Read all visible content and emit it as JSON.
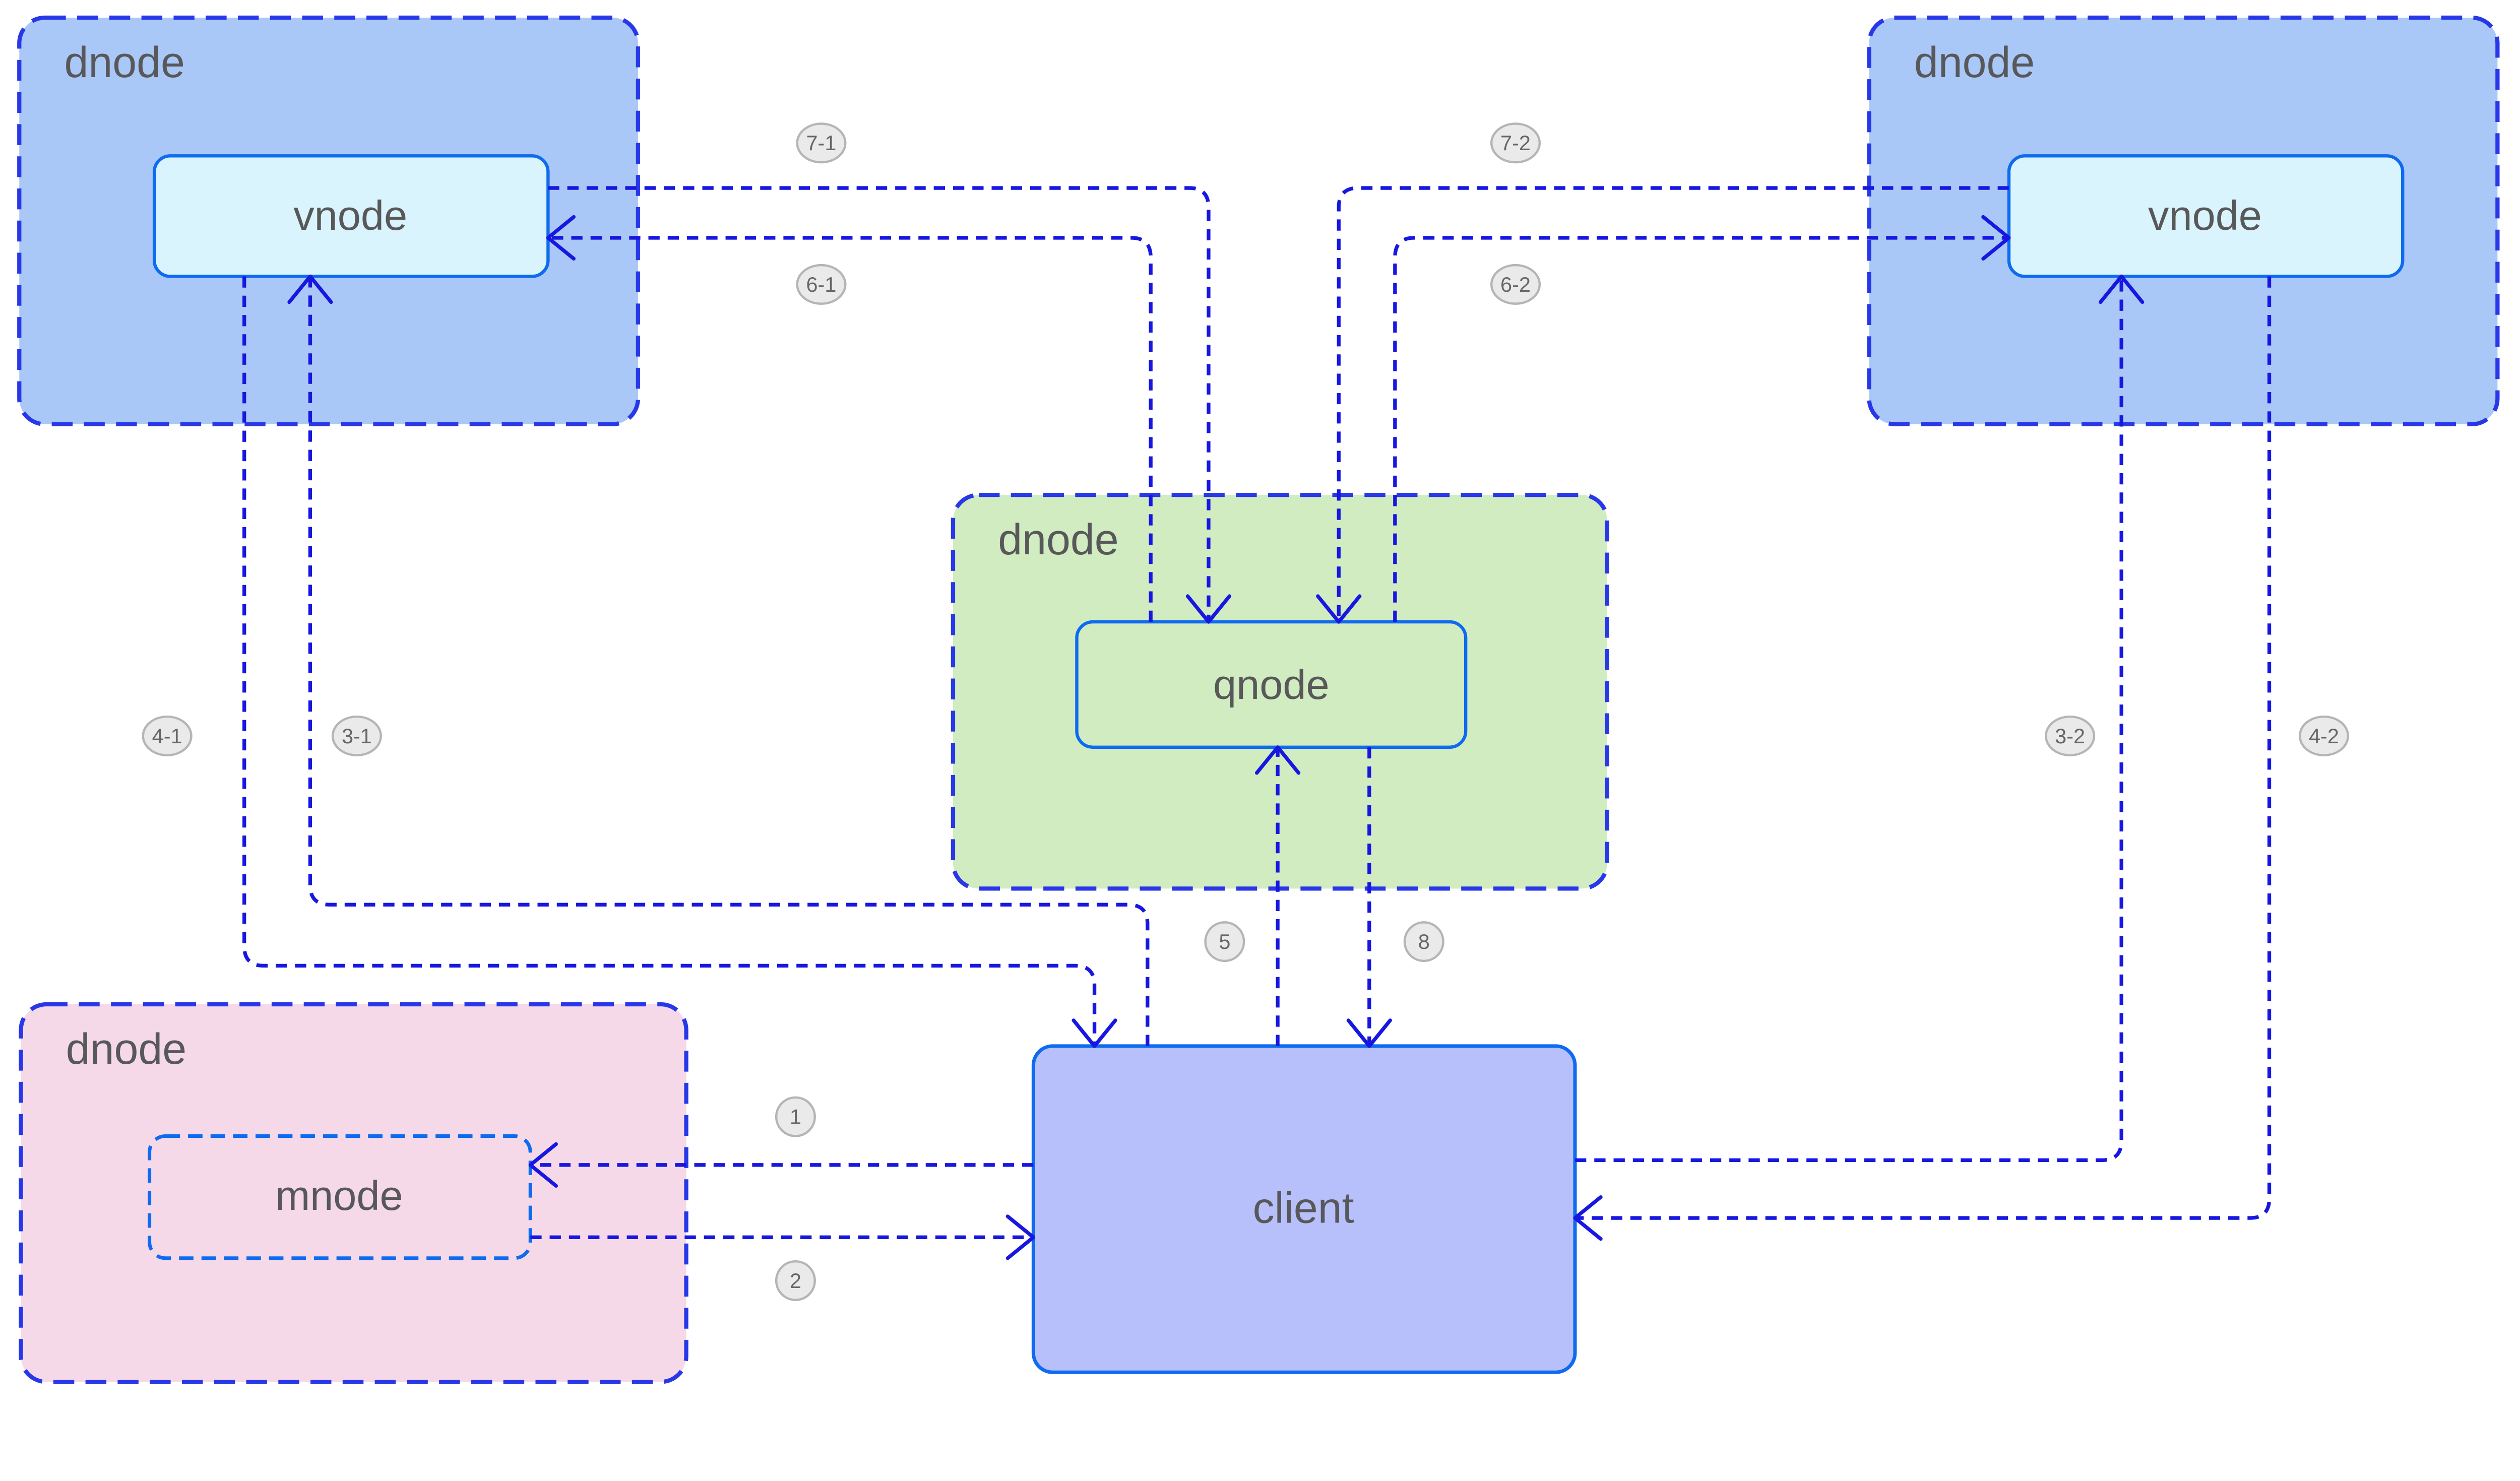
{
  "colors": {
    "connector_blue": "#1717e0",
    "container_border_blue": "#2838e8",
    "node_border_blue": "#0e6bf0",
    "dnode_blue_fill": "#aac8f7",
    "vnode_fill": "#d9f4fd",
    "dnode_green_fill": "#d2ecc1",
    "dnode_pink_fill": "#f5d9e9",
    "client_fill": "#b7c0fa",
    "badge_fill": "#eaeaea",
    "badge_border": "#b5b5b5",
    "label_gray": "#58585a",
    "badge_text": "#666666"
  },
  "containers": {
    "top_left": {
      "label": "dnode",
      "node": "vnode"
    },
    "top_right": {
      "label": "dnode",
      "node": "vnode"
    },
    "middle": {
      "label": "dnode",
      "node": "qnode"
    },
    "bottom_left": {
      "label": "dnode",
      "node": "mnode"
    }
  },
  "client": {
    "label": "client"
  },
  "edges": {
    "e7_1": {
      "label": "7-1"
    },
    "e6_1": {
      "label": "6-1"
    },
    "e7_2": {
      "label": "7-2"
    },
    "e6_2": {
      "label": "6-2"
    },
    "e4_1": {
      "label": "4-1"
    },
    "e3_1": {
      "label": "3-1"
    },
    "e3_2": {
      "label": "3-2"
    },
    "e4_2": {
      "label": "4-2"
    },
    "e5": {
      "label": "5"
    },
    "e8": {
      "label": "8"
    },
    "e1": {
      "label": "1"
    },
    "e2": {
      "label": "2"
    }
  }
}
